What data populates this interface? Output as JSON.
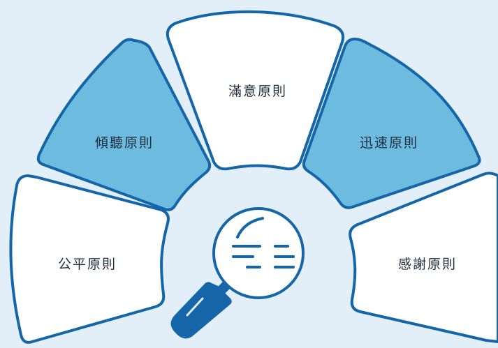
{
  "segments": [
    {
      "label": "公平原則",
      "fill": "#ffffff"
    },
    {
      "label": "傾聽原則",
      "fill": "#6dbcdf"
    },
    {
      "label": "滿意原則",
      "fill": "#ffffff"
    },
    {
      "label": "迅速原則",
      "fill": "#6dbcdf"
    },
    {
      "label": "感謝原則",
      "fill": "#ffffff"
    }
  ],
  "center_icon": "magnifying-glass-with-lines-icon",
  "colors": {
    "background": "#e2eef8",
    "outline": "#1466a9",
    "accent": "#6dbcdf",
    "text": "#1f2f3e"
  }
}
